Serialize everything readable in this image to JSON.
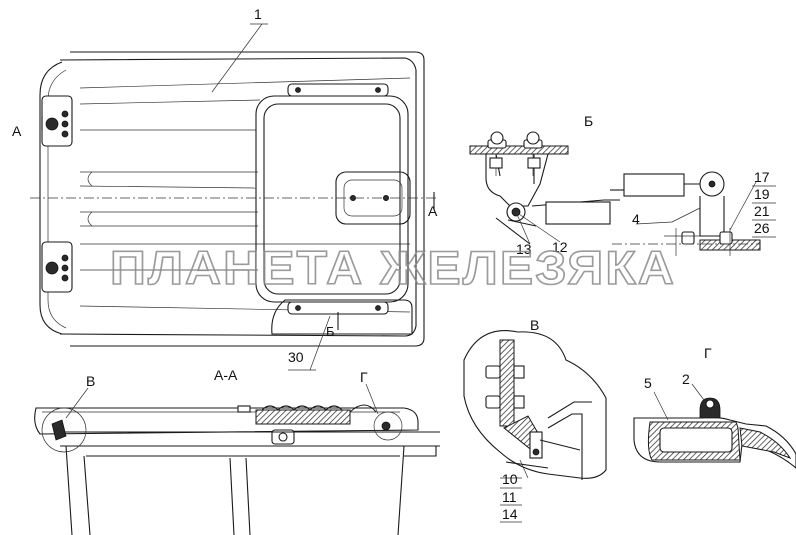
{
  "watermark": "ПЛАНЕТА ЖЕЛЕЗЯКА",
  "section_labels": {
    "aa_title": "А-А",
    "b_view": "Б",
    "v_view": "В",
    "g_view": "Г",
    "a_mark_left": "А",
    "a_mark_right": "А",
    "b_mark": "Б",
    "v_mark": "В",
    "g_mark": "Г"
  },
  "part_numbers": {
    "p1": "1",
    "p30": "30",
    "p13": "13",
    "p12": "12",
    "p4": "4",
    "p17": "17",
    "p19": "19",
    "p21": "21",
    "p26": "26",
    "p10": "10",
    "p11": "11",
    "p14": "14",
    "p5": "5",
    "p2": "2"
  }
}
